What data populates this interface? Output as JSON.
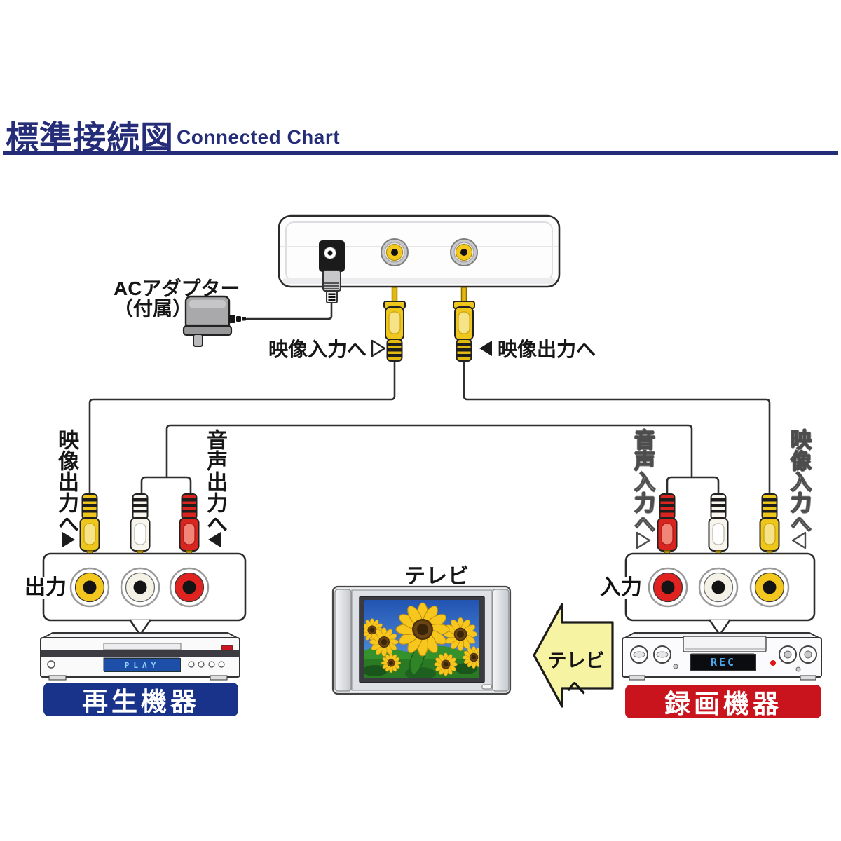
{
  "header": {
    "title_jp": "標準接続図",
    "title_en": "Connected Chart"
  },
  "ac_adapter": {
    "line1": "ACアダプター",
    "line2": "（付属）"
  },
  "cables": {
    "video_in_label": "映像入力へ",
    "video_out_label": "映像出力へ"
  },
  "playback": {
    "video_out_label": "映像出力へ",
    "audio_out_label": "音声出力へ",
    "jack_panel_label": "出力",
    "display_text": "PLAY",
    "badge": "再生機器"
  },
  "recorder": {
    "audio_in_label": "音声入力へ",
    "video_in_label": "映像入力へ",
    "jack_panel_label": "入力",
    "display_text": "REC",
    "badge": "録画機器"
  },
  "tv": {
    "label": "テレビ",
    "arrow_label": "テレビへ"
  },
  "icons": {
    "triangle_right_open": "▷",
    "triangle_left_open": "◁",
    "triangle_right_filled": "▶",
    "triangle_left_filled": "◀"
  },
  "colors": {
    "title_navy": "#252c78",
    "badge_blue": "#1a338a",
    "badge_red": "#c9141e",
    "rca_yellow": "#eec61c",
    "rca_white": "#f7f5ee",
    "rca_red": "#d8251f",
    "arrow_yellow": "#f6f3a3",
    "display_blue": "#1d4fa8",
    "rec_text_blue": "#4aa6e8"
  }
}
